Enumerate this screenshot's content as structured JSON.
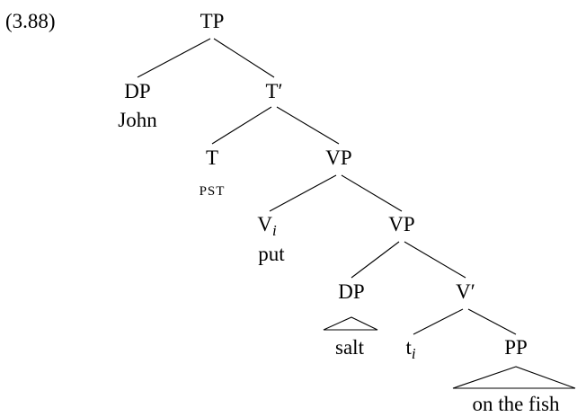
{
  "example_number": "(3.88)",
  "tree": {
    "tp": "TP",
    "dp_subject": "DP",
    "john": "John",
    "t_bar": "T′",
    "t": "T",
    "pst": "PST",
    "vp_upper": "VP",
    "v": "V",
    "v_index": "i",
    "put": "put",
    "vp_lower": "VP",
    "dp_object": "DP",
    "salt": "salt",
    "v_bar": "V′",
    "trace": "t",
    "trace_index": "i",
    "pp": "PP",
    "on_the_fish": "on the fish"
  },
  "colors": {
    "ink": "#000000",
    "background": "#ffffff"
  }
}
